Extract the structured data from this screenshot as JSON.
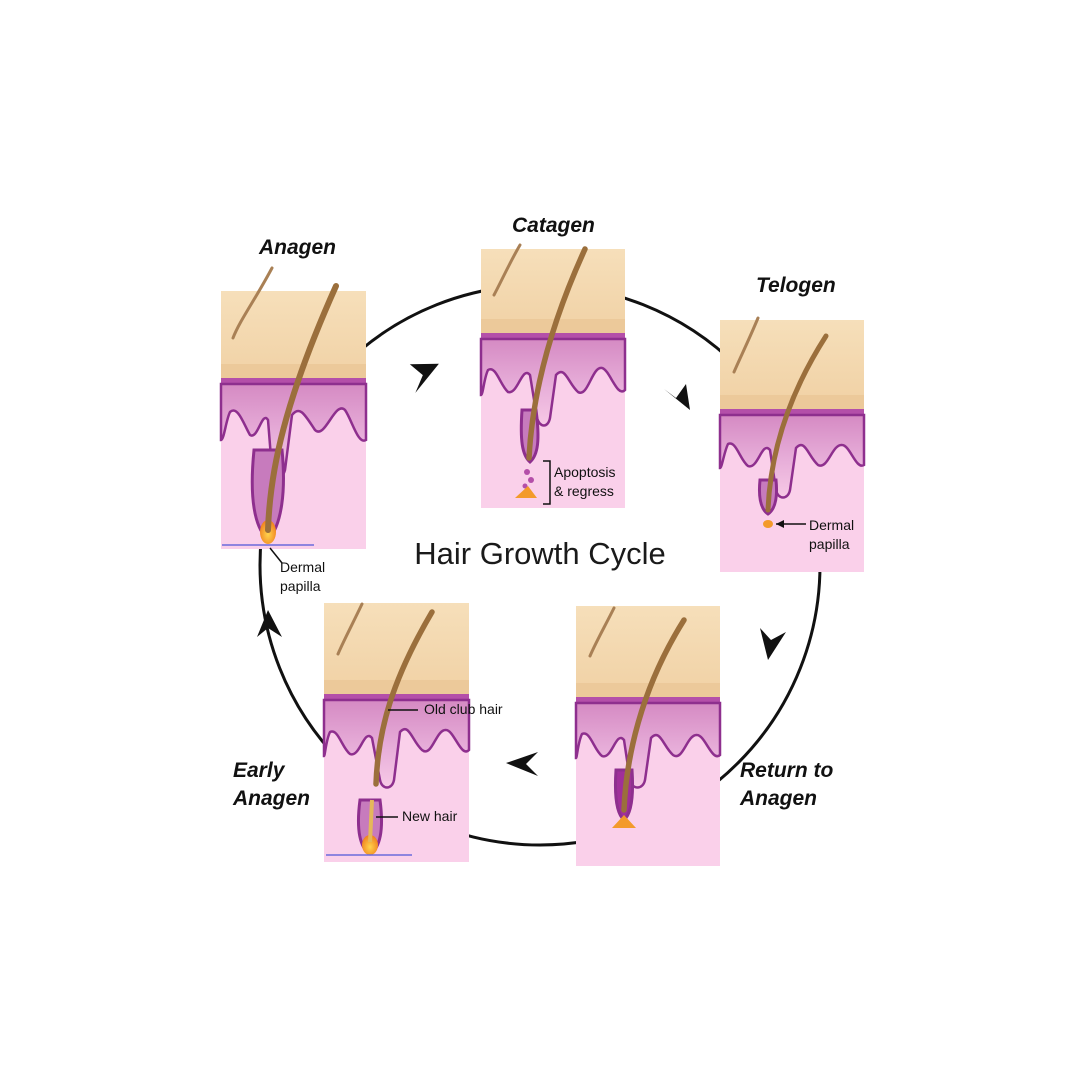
{
  "diagram": {
    "title": "Hair Growth Cycle",
    "stages": {
      "anagen": "Anagen",
      "catagen": "Catagen",
      "telogen": "Telogen",
      "return_to_anagen_line1": "Return to",
      "return_to_anagen_line2": "Anagen",
      "early_anagen_line1": "Early",
      "early_anagen_line2": "Anagen"
    },
    "callouts": {
      "anagen_papilla_line1": "Dermal",
      "anagen_papilla_line2": "papilla",
      "catagen_apoptosis_line1": "Apoptosis",
      "catagen_apoptosis_line2": "& regress",
      "telogen_papilla_line1": "Dermal",
      "telogen_papilla_line2": "papilla",
      "old_club_hair": "Old club hair",
      "new_hair": "New hair"
    },
    "colors": {
      "skin_top": "#f5dcb4",
      "skin_band": "#ecc99a",
      "dermis_upper": "#d78fc6",
      "dermis_lower": "#f9cde8",
      "follicle_outline": "#8e2f8e",
      "hair_shaft": "#9b6f3c",
      "papilla": "#f39a2b",
      "cycle_arrow": "#111111"
    }
  }
}
